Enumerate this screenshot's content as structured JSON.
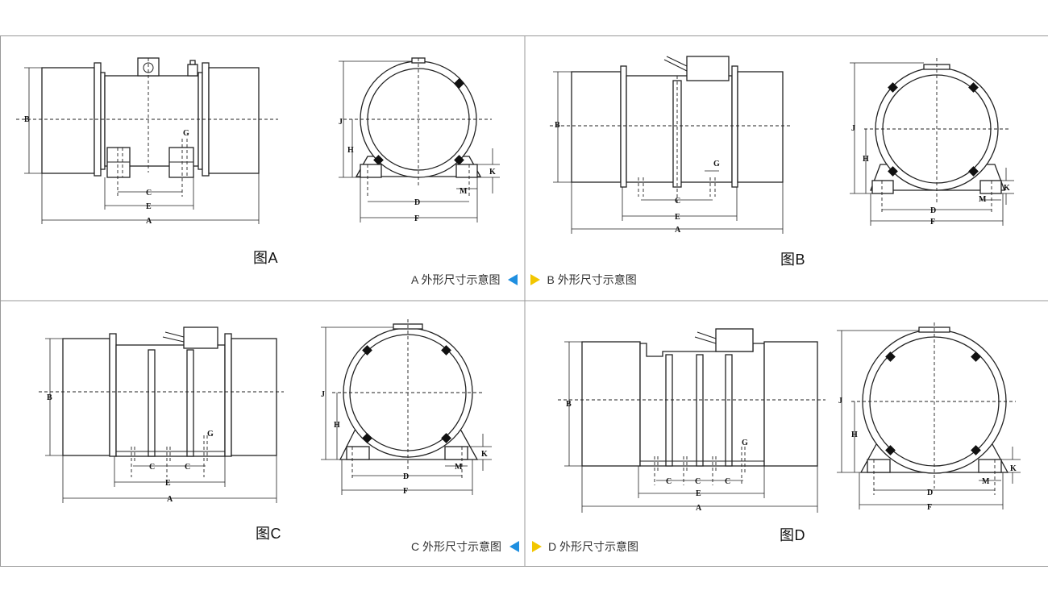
{
  "panels": {
    "a": {
      "title": "图A",
      "caption": "A 外形尺寸示意图"
    },
    "b": {
      "title": "图B",
      "caption": "B 外形尺寸示意图"
    },
    "c": {
      "title": "图C",
      "caption": "C 外形尺寸示意图"
    },
    "d": {
      "title": "图D",
      "caption": "D 外形尺寸示意图"
    }
  },
  "labels": {
    "A": "A",
    "B": "B",
    "C": "C",
    "D": "D",
    "E": "E",
    "F": "F",
    "G": "G",
    "H": "H",
    "J": "J",
    "K": "K",
    "M": "M"
  },
  "colors": {
    "prev_arrow": "#1f8fe0",
    "next_arrow": "#f2c600",
    "border": "#999999"
  }
}
